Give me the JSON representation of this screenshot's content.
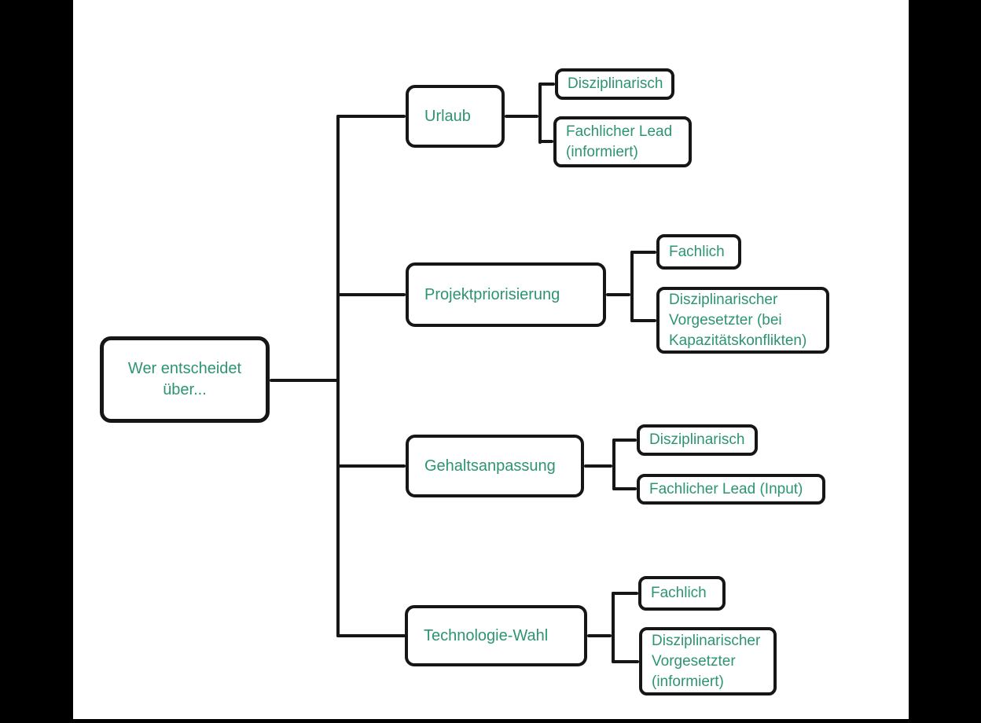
{
  "diagram": {
    "title": "Wer entscheidet über...",
    "root": {
      "label": "Wer entscheidet über..."
    },
    "branches": [
      {
        "label": "Urlaub",
        "children": [
          {
            "label": "Disziplinarisch"
          },
          {
            "label": "Fachlicher Lead (informiert)"
          }
        ]
      },
      {
        "label": "Projektpriorisierung",
        "children": [
          {
            "label": "Fachlich"
          },
          {
            "label": "Disziplinarischer Vorgesetzter (bei Kapazitätskonflikten)"
          }
        ]
      },
      {
        "label": "Gehaltsanpassung",
        "children": [
          {
            "label": "Disziplinarisch"
          },
          {
            "label": "Fachlicher Lead (Input)"
          }
        ]
      },
      {
        "label": "Technologie-Wahl",
        "children": [
          {
            "label": "Fachlich"
          },
          {
            "label": "Disziplinarischer Vorgesetzter (informiert)"
          }
        ]
      }
    ],
    "colors": {
      "node_text": "#2d9473",
      "node_border": "#161616",
      "connector": "#161616",
      "canvas_bg": "#ffffff",
      "letterbox_bg": "#000000"
    }
  }
}
